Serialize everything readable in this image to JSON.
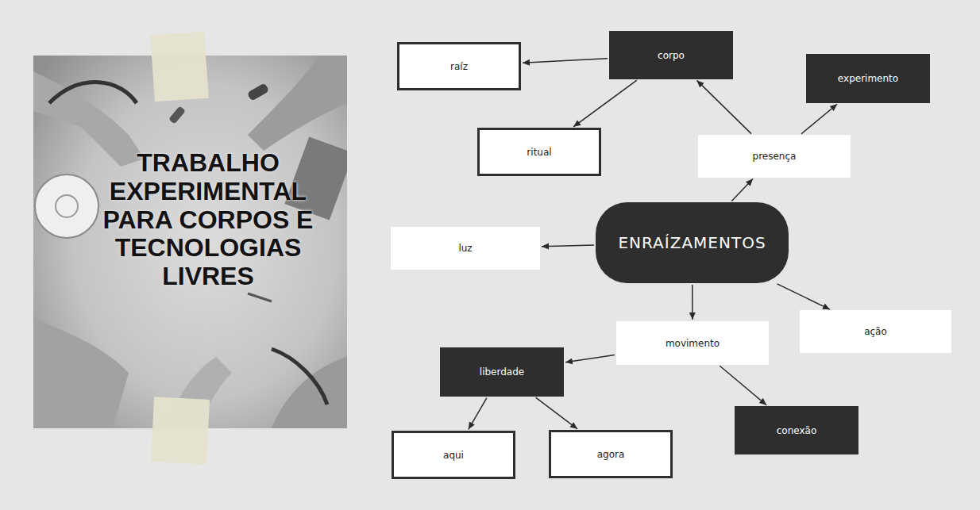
{
  "diagram": {
    "title": "TRABALHO EXPERIMENTAL PARA CORPOS E TECNOLOGIAS LIVRES",
    "nodes": [
      {
        "text": [
          "corpo"
        ]
      },
      {
        "text": [
          "raíz"
        ]
      },
      {
        "text": [
          "experimento"
        ]
      },
      {
        "text": [
          "ritual"
        ]
      },
      {
        "text": [
          "presença"
        ]
      },
      {
        "text": [
          "ENRAÍZAMENTOS"
        ]
      },
      {
        "text": [
          "luz"
        ]
      },
      {
        "text": [
          "ação"
        ]
      },
      {
        "text": [
          "movimento"
        ]
      },
      {
        "text": [
          "liberdade"
        ]
      },
      {
        "text": [
          "conexão"
        ]
      },
      {
        "text": [
          "aqui"
        ]
      },
      {
        "text": [
          "agora"
        ]
      }
    ],
    "edges": [
      {
        "from": 5,
        "to": 4,
        "arrow": "to"
      },
      {
        "from": 4,
        "to": 0,
        "arrow": "to"
      },
      {
        "from": 4,
        "to": 2,
        "arrow": "to"
      },
      {
        "from": 0,
        "to": 1,
        "arrow": "to"
      },
      {
        "from": 0,
        "to": 3,
        "arrow": "to"
      },
      {
        "from": 5,
        "to": 6,
        "arrow": "to"
      },
      {
        "from": 5,
        "to": 8,
        "arrow": "to"
      },
      {
        "from": 5,
        "to": 7,
        "arrow": "to"
      },
      {
        "from": 8,
        "to": 9,
        "arrow": "to"
      },
      {
        "from": 8,
        "to": 10,
        "arrow": "to"
      },
      {
        "from": 9,
        "to": 11,
        "arrow": "to"
      },
      {
        "from": 9,
        "to": 12,
        "arrow": "to"
      }
    ]
  }
}
